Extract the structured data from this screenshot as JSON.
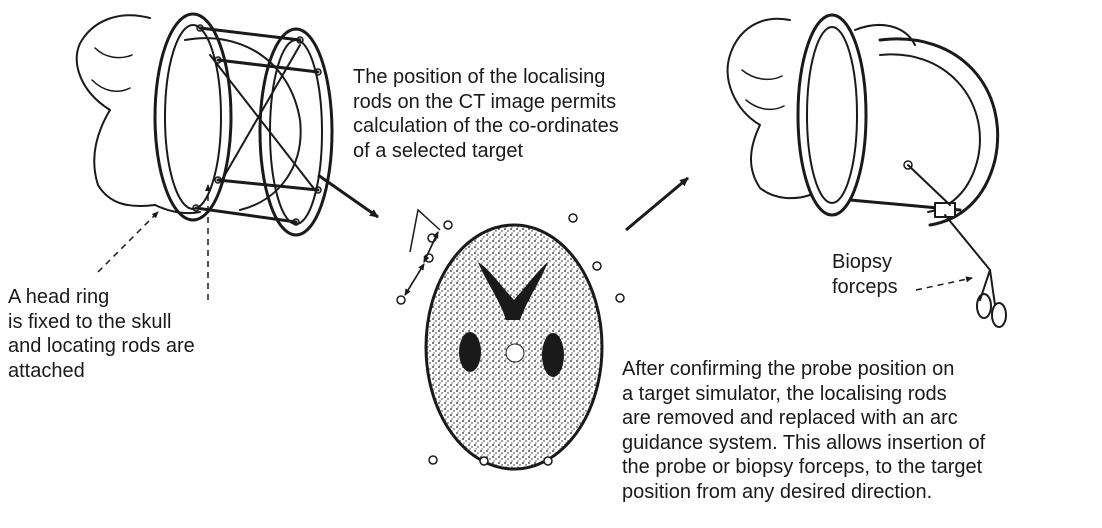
{
  "captions": {
    "head_ring": [
      "A head ring",
      "is fixed to the skull",
      "and locating rods are",
      "attached"
    ],
    "localising_rods": [
      "The position of the localising",
      "rods on the CT image permits",
      "calculation of the co-ordinates",
      "of a selected target"
    ],
    "biopsy_forceps": [
      "Biopsy",
      "forceps"
    ],
    "arc_guidance": [
      "After confirming the probe position on",
      "a target simulator, the localising rods",
      "are removed and replaced with an arc",
      "guidance system. This allows insertion of",
      "the probe or biopsy forceps, to the target",
      "position from any desired direction."
    ]
  },
  "colors": {
    "ink": "#1a1a1a",
    "background": "#ffffff"
  },
  "icons": {
    "head_frame": "stereotactic-head-ring-icon",
    "ct_scan": "ct-brain-slice-icon",
    "arc_frame": "arc-guidance-frame-icon"
  }
}
